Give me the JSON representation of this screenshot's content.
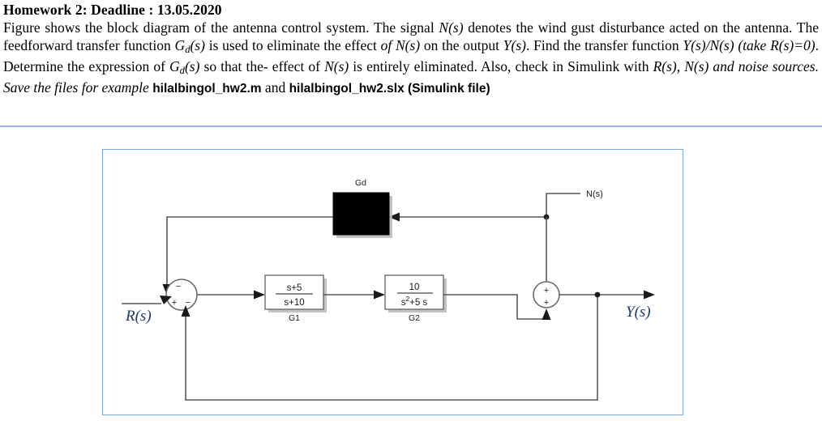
{
  "document": {
    "title": "Homework 2: Deadline : 13.05.2020",
    "paragraph": {
      "seg1": "Figure shows the block diagram of the antenna control system. The signal ",
      "ns1": "N(s)",
      "seg2": " denotes the wind gust disturbance acted on the antenna. The feedforward transfer function ",
      "gd1_base": "G",
      "gd1_sub": "d",
      "gd1_tail": "(s)",
      "seg3": " is used to eliminate the effect ",
      "ital1": "of N(s)",
      "seg4": " on the output ",
      "ys1": "Y(s)",
      "seg5": ". Find the transfer function ",
      "ratio": "Y(s)/N(s)",
      "take": " (take R(s)=0)",
      "seg6": ". Determine the expression of ",
      "gd2_base": "G",
      "gd2_sub": "d",
      "gd2_tail": "(s)",
      "seg7": " so that the- effect of ",
      "ns2": "N(s)",
      "seg8": " is entirely eliminated. Also, check in Simulink with ",
      "ital2": "R(s), N(s) and noise sources. Save the files for example",
      "file1": "hilalbingol_hw2.m",
      "and": " and ",
      "file2": "hilalbingol_hw2.slx (Simulink file)"
    }
  },
  "diagram": {
    "panel_border_color": "#7da7d9",
    "wire_color": "#595959",
    "io_label_color": "#1f3864",
    "input_label": "R(s)",
    "output_label": "Y(s)",
    "disturbance_label": "N(s)",
    "blocks": [
      {
        "id": "gd",
        "name": "Gd",
        "label": "Gd",
        "style": "filled-black",
        "content": ""
      },
      {
        "id": "g1",
        "name": "G1",
        "label": "G1",
        "style": "transfer-function",
        "numerator": "s+5",
        "denominator": "s+10"
      },
      {
        "id": "g2",
        "name": "G2",
        "label": "G2",
        "style": "transfer-function",
        "numerator": "10",
        "denominator_base": "s",
        "denominator_sup": "2",
        "denominator_tail": "+5 s"
      }
    ],
    "summing_junctions": [
      {
        "id": "sum-left",
        "signs": {
          "top": "−",
          "left": "+",
          "bottom": "−"
        }
      },
      {
        "id": "sum-right",
        "signs": {
          "top": "+",
          "bottom": "+"
        }
      }
    ]
  }
}
